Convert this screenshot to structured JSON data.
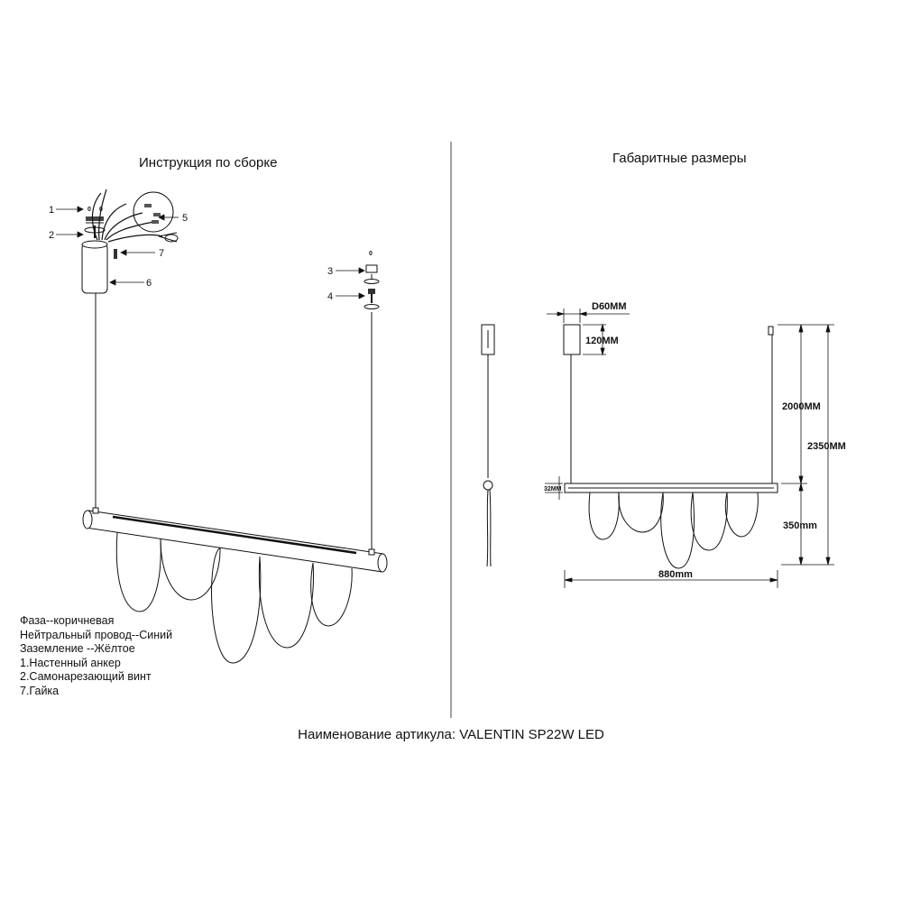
{
  "left_panel": {
    "heading": "Инструкция по сборке"
  },
  "right_panel": {
    "heading": "Габаритные размеры"
  },
  "callouts": {
    "c1": "1",
    "c2": "2",
    "c3": "3",
    "c4": "4",
    "c5": "5",
    "c6": "6",
    "c7": "7"
  },
  "small_marks": {
    "zero_a": "0",
    "zero_b": "0",
    "zero_c": "0"
  },
  "legend": [
    "Фаза--коричневая",
    "Нейтральный провод--Синий",
    "Заземление --Жёлтое",
    "1.Настенный анкер",
    "2.Самонарезающий винт",
    "7.Гайка"
  ],
  "dimensions": {
    "canopy_diameter": "D60MM",
    "canopy_height": "120MM",
    "cable_length": "2000MM",
    "total_height": "2350MM",
    "bar_height": "32MM",
    "shade_height": "350mm",
    "bar_length": "880mm"
  },
  "footer": {
    "label": "Наименование артикула: VALENTIN SP22W LED"
  }
}
